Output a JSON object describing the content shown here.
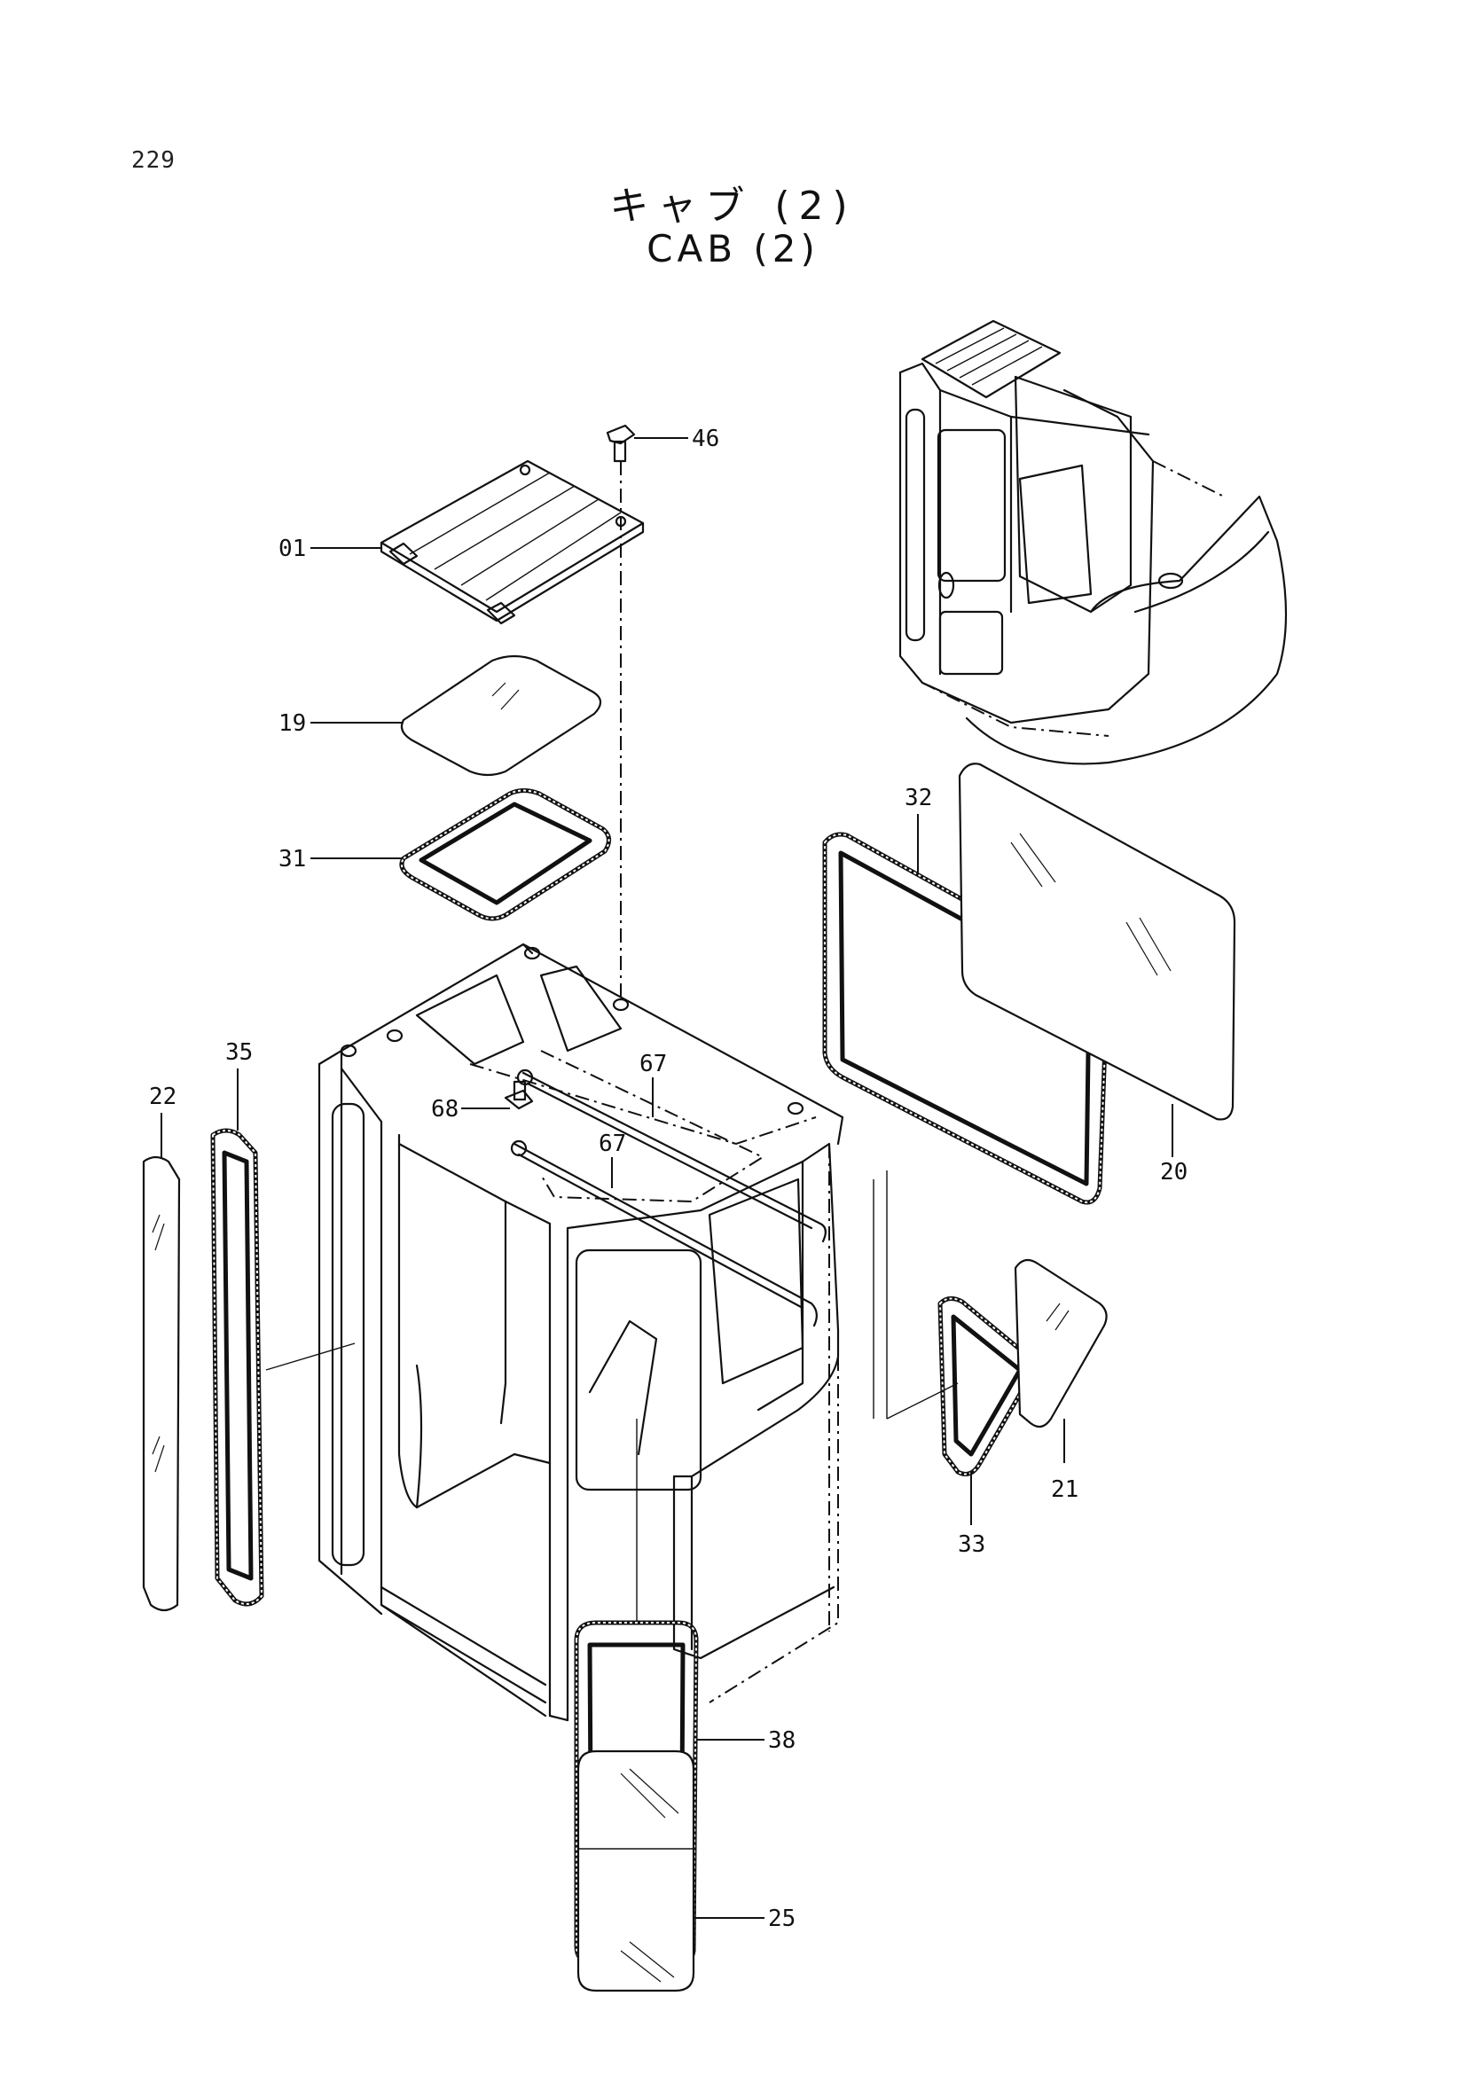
{
  "page": {
    "number": "229"
  },
  "title": {
    "japanese": "キャブ (2)",
    "english": "CAB (2)"
  },
  "parts": [
    {
      "id": "01",
      "label": "01"
    },
    {
      "id": "19",
      "label": "19"
    },
    {
      "id": "31",
      "label": "31"
    },
    {
      "id": "46",
      "label": "46"
    },
    {
      "id": "68",
      "label": "68"
    },
    {
      "id": "67a",
      "label": "67"
    },
    {
      "id": "67b",
      "label": "67"
    },
    {
      "id": "22",
      "label": "22"
    },
    {
      "id": "35",
      "label": "35"
    },
    {
      "id": "32",
      "label": "32"
    },
    {
      "id": "20",
      "label": "20"
    },
    {
      "id": "21",
      "label": "21"
    },
    {
      "id": "33",
      "label": "33"
    },
    {
      "id": "38",
      "label": "38"
    },
    {
      "id": "25",
      "label": "25"
    }
  ]
}
